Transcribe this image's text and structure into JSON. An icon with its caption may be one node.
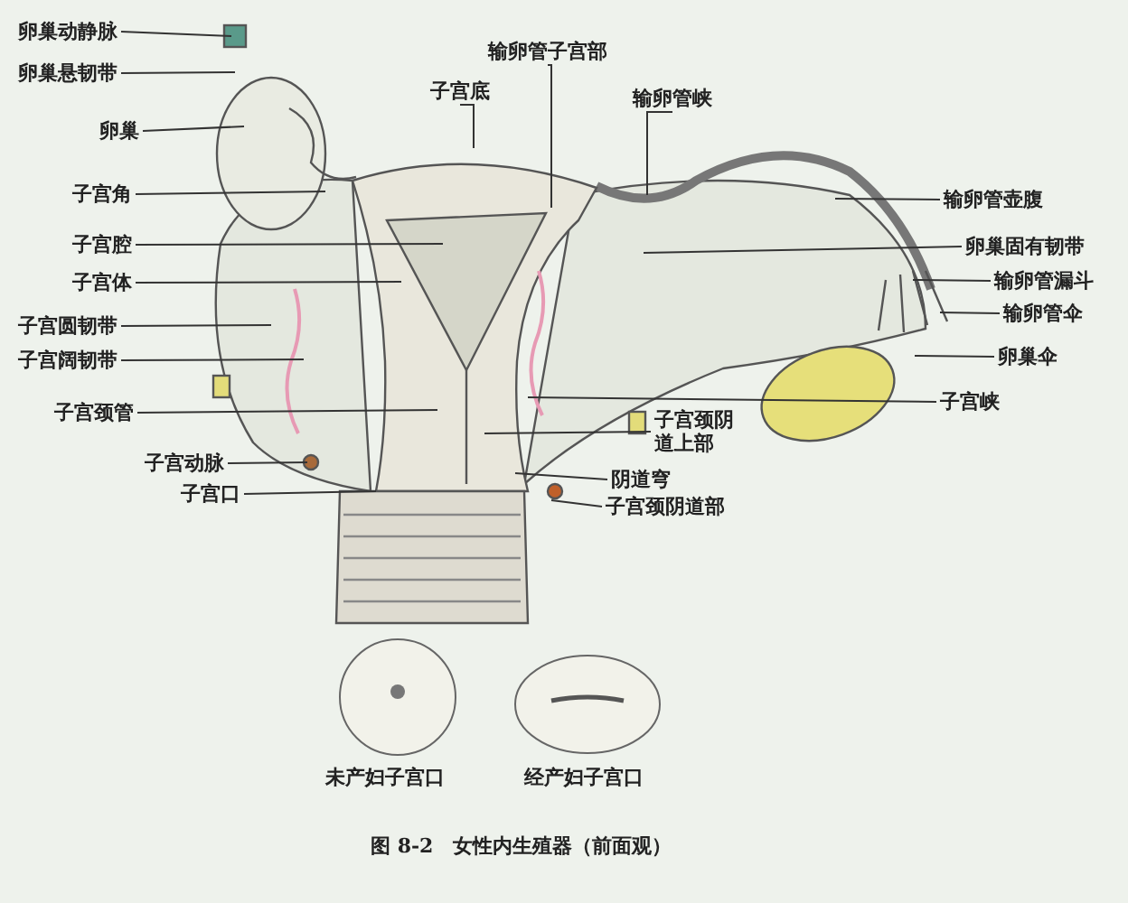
{
  "diagram": {
    "caption": "图 8-2　女性内生殖器（前面观）",
    "nodes": [
      {
        "text": [
          "卵巢动静脉"
        ]
      },
      {
        "text": [
          "卵巢悬韧带"
        ]
      },
      {
        "text": [
          "卵巢"
        ]
      },
      {
        "text": [
          "子宫角"
        ]
      },
      {
        "text": [
          "子宫腔"
        ]
      },
      {
        "text": [
          "子宫体"
        ]
      },
      {
        "text": [
          "子宫圆韧带"
        ]
      },
      {
        "text": [
          "子宫阔韧带"
        ]
      },
      {
        "text": [
          "子宫颈管"
        ]
      },
      {
        "text": [
          "子宫动脉"
        ]
      },
      {
        "text": [
          "子宫口"
        ]
      },
      {
        "text": [
          "输卵管子宫部"
        ]
      },
      {
        "text": [
          "子宫底"
        ]
      },
      {
        "text": [
          "输卵管峡"
        ]
      },
      {
        "text": [
          "输卵管壶腹"
        ]
      },
      {
        "text": [
          "卵巢固有韧带"
        ]
      },
      {
        "text": [
          "输卵管漏斗"
        ]
      },
      {
        "text": [
          "输卵管伞"
        ]
      },
      {
        "text": [
          "卵巢伞"
        ]
      },
      {
        "text": [
          "子宫峡"
        ]
      },
      {
        "text": [
          "子宫颈阴道上部"
        ]
      },
      {
        "text": [
          "阴道穹"
        ]
      },
      {
        "text": [
          "子宫颈阴道部"
        ]
      }
    ],
    "edges": [
      {
        "from": 0,
        "to": null,
        "arrow": "none"
      },
      {
        "from": 1,
        "to": null,
        "arrow": "none"
      },
      {
        "from": 2,
        "to": null,
        "arrow": "none"
      },
      {
        "from": 3,
        "to": null,
        "arrow": "none"
      },
      {
        "from": 4,
        "to": null,
        "arrow": "none"
      },
      {
        "from": 5,
        "to": null,
        "arrow": "none"
      },
      {
        "from": 6,
        "to": null,
        "arrow": "none"
      },
      {
        "from": 7,
        "to": null,
        "arrow": "none"
      },
      {
        "from": 8,
        "to": null,
        "arrow": "none"
      },
      {
        "from": 9,
        "to": null,
        "arrow": "none"
      },
      {
        "from": 10,
        "to": null,
        "arrow": "none"
      },
      {
        "from": 11,
        "to": null,
        "arrow": "none"
      },
      {
        "from": 12,
        "to": null,
        "arrow": "none"
      },
      {
        "from": 13,
        "to": null,
        "arrow": "none"
      },
      {
        "from": 14,
        "to": null,
        "arrow": "none"
      },
      {
        "from": 15,
        "to": null,
        "arrow": "none"
      },
      {
        "from": 16,
        "to": null,
        "arrow": "none"
      },
      {
        "from": 17,
        "to": null,
        "arrow": "none"
      },
      {
        "from": 18,
        "to": null,
        "arrow": "none"
      },
      {
        "from": 19,
        "to": null,
        "arrow": "none"
      },
      {
        "from": 20,
        "to": null,
        "arrow": "none"
      },
      {
        "from": 21,
        "to": null,
        "arrow": "none"
      },
      {
        "from": 22,
        "to": null,
        "arrow": "none"
      }
    ],
    "labels": [
      "未产妇子宫口",
      "经产妇子宫口"
    ]
  }
}
